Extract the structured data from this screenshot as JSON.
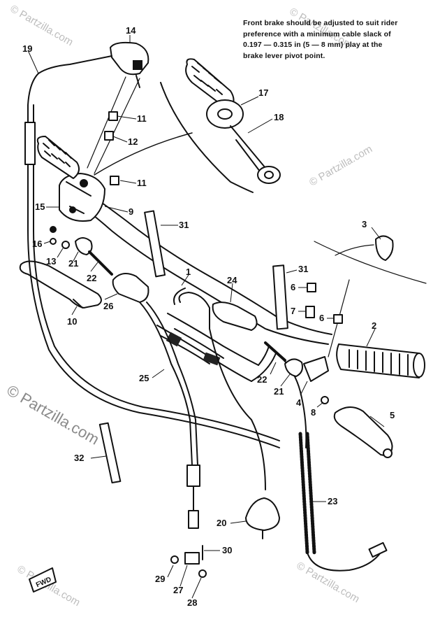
{
  "note_lines": [
    "Front brake should be adjusted to suit rider",
    "preference with a minimum cable slack of",
    "0.197 — 0.315 in (5 — 8 mm) play at the",
    "brake lever pivot point."
  ],
  "watermarks": {
    "top_left": "© Partzilla.com",
    "top_right": "© Partzilla.com",
    "mid_right": "© Partzilla.com",
    "left_big": "© Partzilla.com",
    "bottom_left": "© Partzilla.com",
    "bottom_right": "© Partzilla.com"
  },
  "fwd_label": "FWD",
  "part_labels": {
    "p1": "1",
    "p2": "2",
    "p3": "3",
    "p4": "4",
    "p5": "5",
    "p6a": "6",
    "p6b": "6",
    "p7": "7",
    "p8": "8",
    "p9": "9",
    "p10": "10",
    "p11a": "11",
    "p11b": "11",
    "p12": "12",
    "p13": "13",
    "p14": "14",
    "p15": "15",
    "p16": "16",
    "p17": "17",
    "p18": "18",
    "p19": "19",
    "p20": "20",
    "p21a": "21",
    "p21b": "21",
    "p22a": "22",
    "p22b": "22",
    "p23": "23",
    "p24": "24",
    "p25": "25",
    "p26": "26",
    "p27": "27",
    "p28": "28",
    "p29": "29",
    "p30": "30",
    "p31a": "31",
    "p31b": "31",
    "p32": "32"
  }
}
